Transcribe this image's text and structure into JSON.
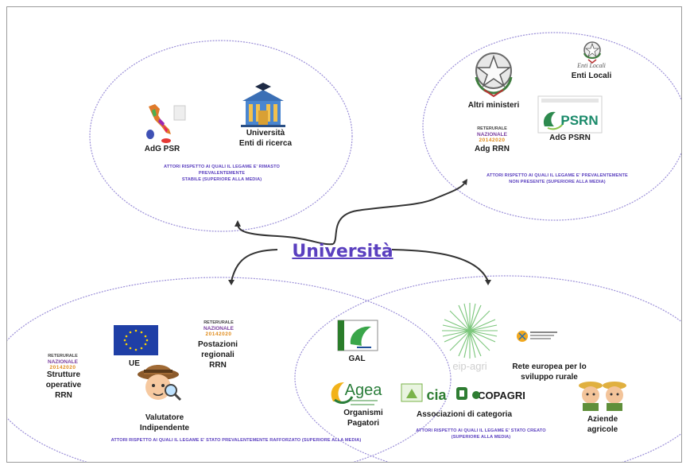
{
  "center": {
    "title": "Università"
  },
  "clusters": {
    "top_left": {
      "actors": [
        {
          "label": "AdG PSR",
          "icon": "italy-map-icon"
        },
        {
          "label": "Università\nEnti di ricerca",
          "icon": "university-building-icon"
        }
      ],
      "caption": "ATTORI RISPETTO AI QUALI IL LEGAME E' RIMASTO\nPREVALENTEMENTE\nSTABILE (SUPERIORE ALLA MEDIA)"
    },
    "top_right": {
      "actors": [
        {
          "label": "Altri ministeri",
          "icon": "italian-emblem-icon"
        },
        {
          "label": "Enti Locali",
          "icon": "italian-emblem-small-icon",
          "sublabel": "Enti Locali"
        },
        {
          "label": "Adg RRN",
          "icon": "rete-rurale-logo"
        },
        {
          "label": "AdG PSRN",
          "icon": "psrn-logo",
          "logo_text": "PSRN"
        }
      ],
      "caption": "ATTORI RISPETTO AI QUALI IL LEGAME E' PREVALENTEMENTE\nNON PRESENTE (SUPERIORE ALLA MEDIA)"
    },
    "bottom_left": {
      "actors": [
        {
          "label": "Strutture\noperative\nRRN",
          "icon": "rete-rurale-logo"
        },
        {
          "label": "UE",
          "icon": "eu-flag-icon"
        },
        {
          "label": "Postazioni\nregionali\nRRN",
          "icon": "rete-rurale-logo"
        },
        {
          "label": "Valutatore\nIndipendente",
          "icon": "detective-icon"
        }
      ],
      "caption": "ATTORI RISPETTO AI QUALI IL LEGAME E' STATO PREVALENTEMENTE RAFFORZATO (SUPERIORE ALLA MEDIA)"
    },
    "bottom_right": {
      "actors": [
        {
          "label": "GAL",
          "icon": "leader-logo"
        },
        {
          "label": "Organismi\nPagatori",
          "icon": "agea-logo",
          "logo_text": "Agea"
        },
        {
          "label": "Rete europea per lo\nsviluppo rurale",
          "icon": "enrd-logo"
        },
        {
          "label": "Associazioni di categoria",
          "icon": "associations-logos",
          "logo_text": "COPAGRI",
          "logo_text2": "cia"
        },
        {
          "label": "Aziende\nagricole",
          "icon": "farmers-icon"
        },
        {
          "label": "",
          "icon": "eip-agri-logo",
          "logo_text": "eip-agri"
        }
      ],
      "caption": "ATTORI RISPETTO AI QUALI IL LEGAME E' STATO CREATO\n(SUPERIORE ALLA MEDIA)"
    }
  },
  "rete_rurale_logo": {
    "line1": "RETERURALE",
    "line2": "NAZIONALE",
    "line3": "20142020"
  },
  "colors": {
    "ellipse_stroke": "#9b8fd8",
    "accent": "#5a3fbf",
    "connector": "#333333"
  }
}
